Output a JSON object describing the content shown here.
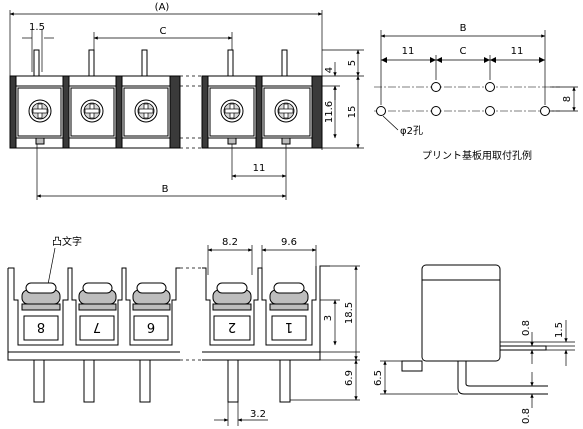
{
  "front_view": {
    "dim_A": "(A)",
    "dim_pitch_small": "1.5",
    "dim_C": "C",
    "dim_B": "B",
    "dim_4": "4",
    "dim_5": "5",
    "dim_11_6": "11.6",
    "dim_15": "15",
    "dim_11": "11"
  },
  "pcb_layout": {
    "dim_B": "B",
    "dim_11_left": "11",
    "dim_C": "C",
    "dim_11_right": "11",
    "dim_8": "8",
    "hole_label": "φ2孔",
    "caption": "プリント基板用取付孔例"
  },
  "bottom_view": {
    "emboss_label": "凸文字",
    "dim_8_2": "8.2",
    "dim_9_6": "9.6",
    "dim_3": "3",
    "dim_18_5": "18.5",
    "dim_6_9": "6.9",
    "dim_3_2": "3.2",
    "terminal_numbers": [
      "8",
      "7",
      "6",
      "2",
      "1"
    ]
  },
  "side_view": {
    "dim_0_8_top": "0.8",
    "dim_1_5": "1.5",
    "dim_6_5": "6.5",
    "dim_0_8_bottom": "0.8"
  }
}
